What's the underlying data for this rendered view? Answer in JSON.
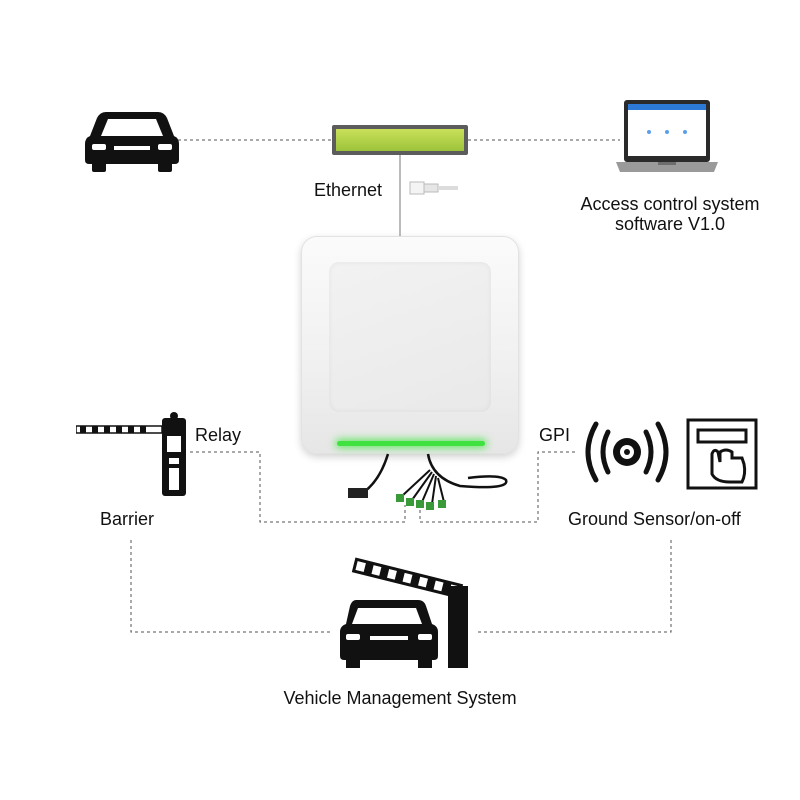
{
  "labels": {
    "ethernet": "Ethernet",
    "access_line1": "Access control system",
    "access_line2": "software V1.0",
    "relay": "Relay",
    "gpi": "GPI",
    "barrier": "Barrier",
    "ground_sensor": "Ground Sensor/on-off",
    "vehicle_management": "Vehicle Management System"
  },
  "colors": {
    "led": "#3fe23f",
    "switch_screen": "#b4d34a",
    "line": "#555555",
    "icon": "#111111"
  },
  "icons": {
    "car": "car-icon",
    "switch": "network-switch-icon",
    "laptop": "laptop-icon",
    "rj45": "rj45-plug-icon",
    "reader": "rfid-reader-icon",
    "barrier": "barrier-gate-icon",
    "sensor": "ground-sensor-icon",
    "touch": "touch-button-icon",
    "parking": "parking-gate-car-icon"
  }
}
